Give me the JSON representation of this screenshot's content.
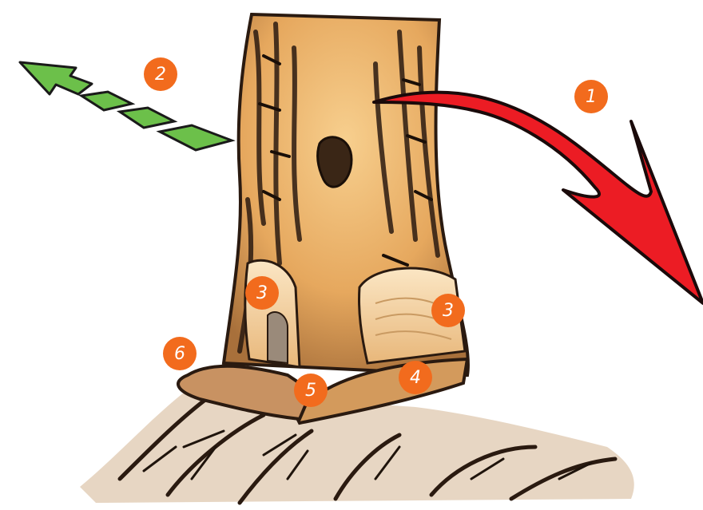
{
  "colors": {
    "badge": "#f26b1d",
    "fall_arrow": "#ec1c24",
    "retreat_arrow": "#6cc04a",
    "bark_dark": "#2a1a10",
    "wood_light": "#f2c68a"
  },
  "markers": {
    "fall_direction": "1",
    "escape_route": "2",
    "notch_left": "3",
    "notch_right": "3",
    "wedge": "4",
    "hinge": "5",
    "back_cut": "6"
  }
}
